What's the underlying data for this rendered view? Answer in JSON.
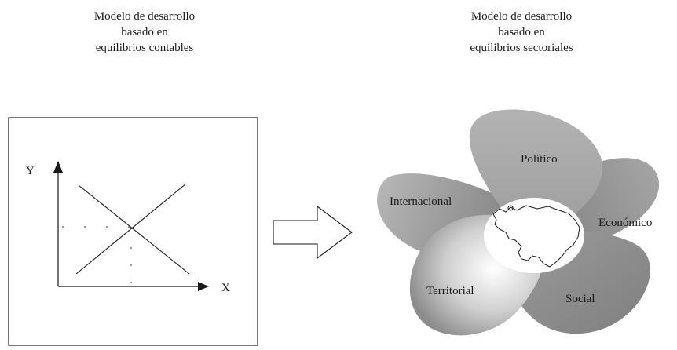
{
  "left_caption": {
    "line1": "Modelo de desarrollo",
    "line2": "basado en",
    "line3": "equilibrios contables"
  },
  "right_caption": {
    "line1": "Modelo de desarrollo",
    "line2": "basado en",
    "line3": "equilibrios sectoriales"
  },
  "graph": {
    "y_label": "Y",
    "x_label": "X"
  },
  "petals": {
    "politico": "Político",
    "economico": "Económico",
    "social": "Social",
    "territorial": "Territorial",
    "internacional": "Internacional"
  },
  "colors": {
    "petal_gray": "#a9a9a9",
    "petal_dark": "#8a8a8a",
    "line": "#1a1a1a"
  }
}
